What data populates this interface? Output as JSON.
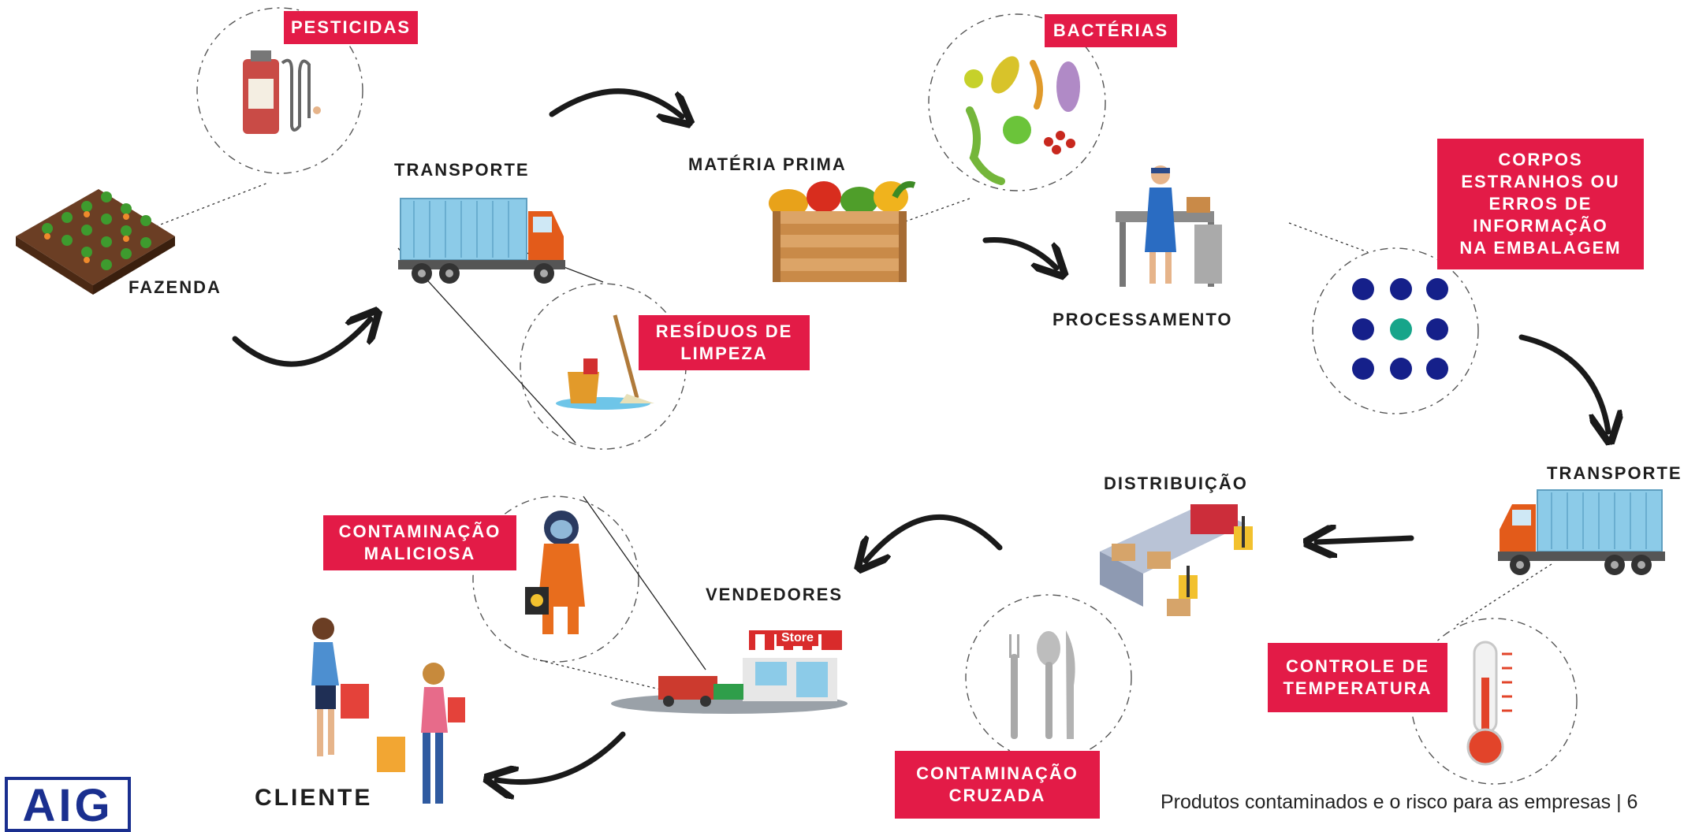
{
  "stages": {
    "fazenda": "FAZENDA",
    "transporte_1": "TRANSPORTE",
    "materia_prima": "MATÉRIA PRIMA",
    "processamento": "PROCESSAMENTO",
    "transporte_2": "TRANSPORTE",
    "distribuicao": "DISTRIBUIÇÃO",
    "vendedores": "VENDEDORES",
    "cliente": "CLIENTE"
  },
  "risks": {
    "pesticidas": "PESTICIDAS",
    "bacterias": "BACTÉRIAS",
    "residuos_limpeza": "RESÍDUOS DE\nLIMPEZA",
    "corpos_estranhos": "CORPOS\nESTRANHOS OU\nERROS DE\nINFORMAÇÃO\nNA EMBALAGEM",
    "controle_temperatura": "CONTROLE DE\nTEMPERATURA",
    "contaminacao_cruzada": "CONTAMINAÇÃO\nCRUZADA",
    "contaminacao_maliciosa": "CONTAMINAÇÃO\nMALICIOSA"
  },
  "store_sign": "Store",
  "footer": "Produtos contaminados e o risco para as empresas | 6",
  "logo": "AIG",
  "colors": {
    "risk_box": "#e31b47",
    "label_text": "#1e1e1e",
    "arrow": "#1a1a1a",
    "truck_container": "#8ccbe8",
    "truck_cab": "#e35b1a",
    "dots_primary": "#15208a",
    "dots_accent": "#17a58a",
    "logo": "#1a2f8f"
  },
  "icons": {
    "farm": "farm-field-icon",
    "truck": "truck-icon",
    "crate": "vegetable-crate-icon",
    "worker": "processing-worker-icon",
    "warehouse": "warehouse-forklift-icon",
    "store": "store-icon",
    "shoppers": "shoppers-icon",
    "sprayer": "pesticide-sprayer-icon",
    "bacteria": "bacteria-icon",
    "mop": "mop-bucket-icon",
    "dots": "dot-grid-icon",
    "thermometer": "thermometer-icon",
    "cutlery": "cutlery-icon",
    "hazmat": "hazmat-suit-icon"
  }
}
